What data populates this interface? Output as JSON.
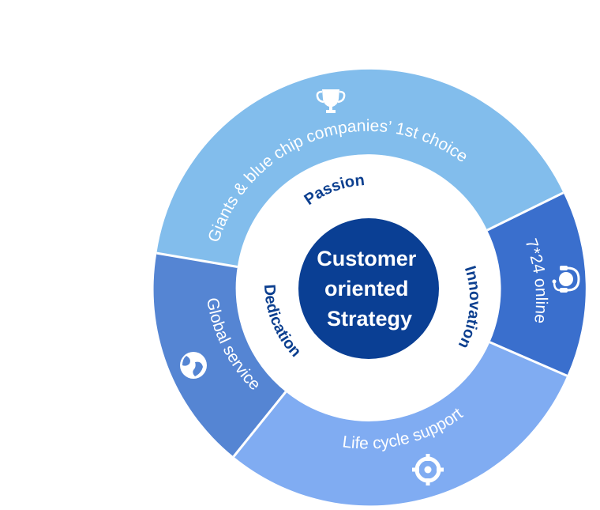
{
  "center": {
    "lines": [
      "Customer",
      "oriented",
      "Strategy"
    ],
    "color": "#0a3f94"
  },
  "inner_ring": {
    "words": {
      "top": "Passion",
      "right": "Innovation",
      "left": "Dedication"
    },
    "text_color": "#0c3f8f"
  },
  "segments": {
    "top": {
      "label": "Giants & blue chip companies’ 1st choice",
      "icon": "trophy-icon",
      "color": "#82bdec"
    },
    "right": {
      "label": "7*24 online",
      "icon": "headset-icon",
      "color": "#3a6fcd"
    },
    "bottom": {
      "label": "Life cycle support",
      "icon": "target-icon",
      "color": "#80acf2"
    },
    "left": {
      "label": "Global service",
      "icon": "globe-icon",
      "color": "#5585d3"
    }
  }
}
